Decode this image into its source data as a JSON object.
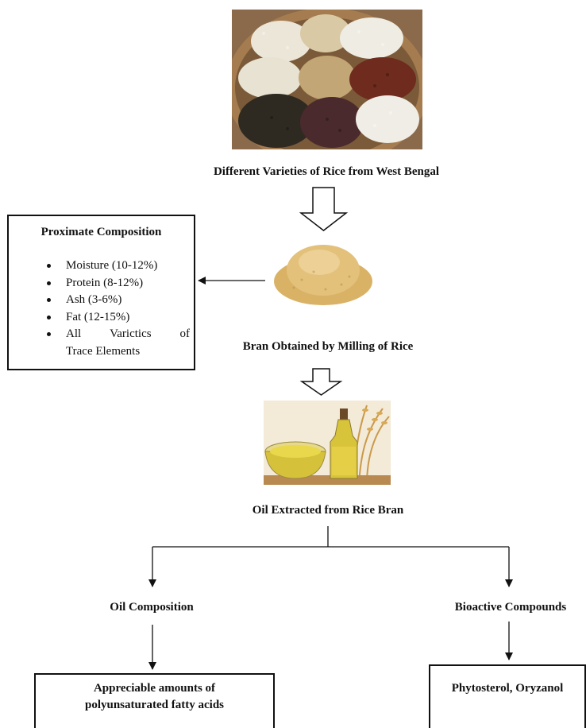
{
  "diagram": {
    "rice_caption": "Different Varieties of Rice from West Bengal",
    "bran_caption": "Bran Obtained by Milling of Rice",
    "oil_caption": "Oil Extracted from Rice Bran",
    "proximate": {
      "title": "Proximate Composition",
      "items": [
        "Moisture (10-12%)",
        "Protein (8-12%)",
        "Ash (3-6%)",
        "Fat (12-15%)"
      ],
      "last_item_words": [
        "All",
        "Varictics",
        "of"
      ],
      "last_item_line2": "Trace Elements"
    },
    "left_branch": {
      "label": "Oil Composition",
      "box_line1": "Appreciable amounts of",
      "box_line2": "polyunsaturated fatty acids"
    },
    "right_branch": {
      "label": "Bioactive Compounds",
      "box_text": "Phytosterol, Oryzanol"
    }
  }
}
